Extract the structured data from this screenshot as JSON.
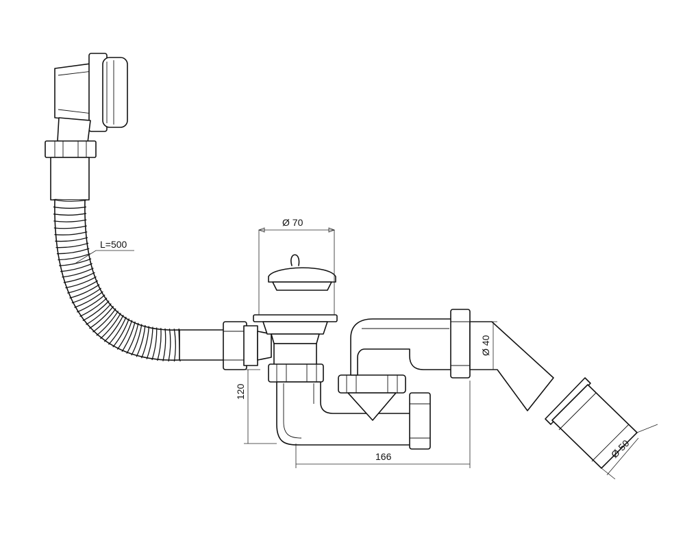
{
  "labels": {
    "hose_length": "L=500",
    "grate_diameter": "Ø 70",
    "height": "120",
    "width": "166",
    "outlet_diameter": "Ø 40",
    "pipe_diameter": "Ø 50"
  }
}
